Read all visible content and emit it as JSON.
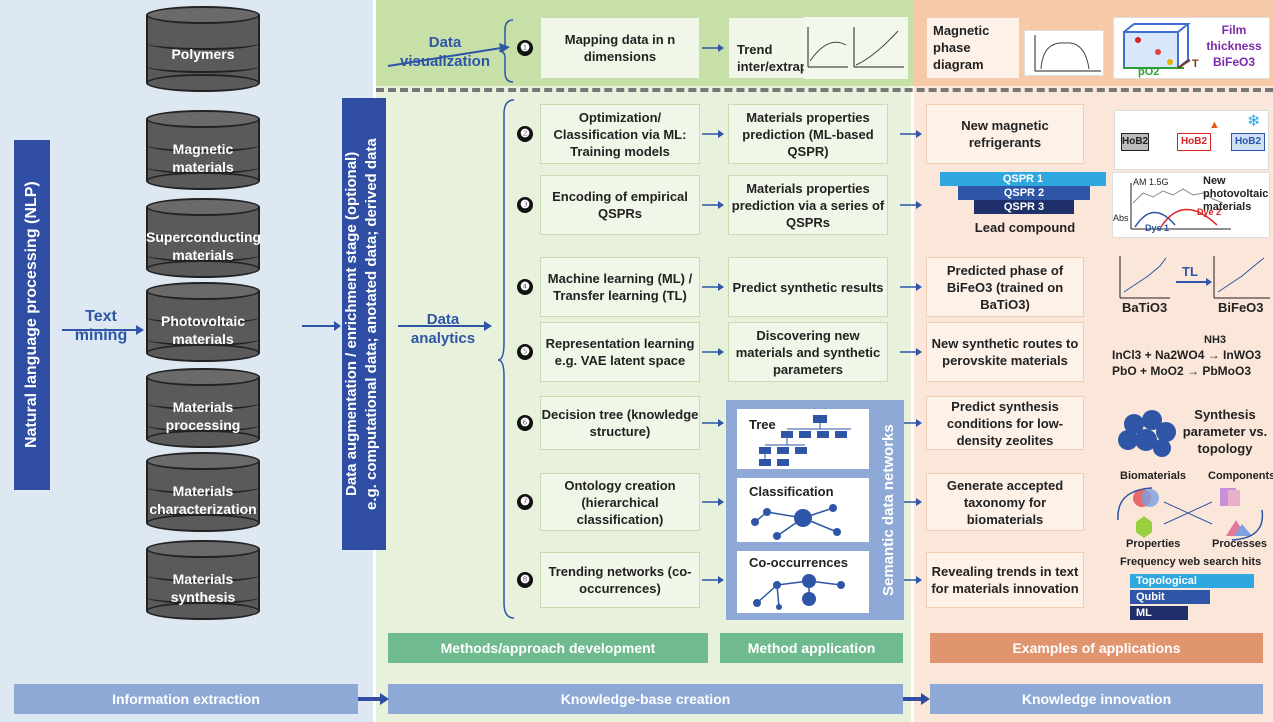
{
  "nlp_label": "Natural language processing (NLP)",
  "text_mining": "Text\nmining",
  "databases": [
    "Polymers",
    "Magnetic materials",
    "Superconducting materials",
    "Photovoltaic materials",
    "Materials processing",
    "Materials characterization",
    "Materials synthesis"
  ],
  "augmentation": {
    "line1": "Data augmentation / enrichment stage (optional)",
    "line2": "e.g. computational data; anotated data; derived data"
  },
  "data_visualization": "Data visualization",
  "data_analytics": "Data analytics",
  "semantic_label": "Semantic data networks",
  "rows": [
    {
      "num": "❶",
      "method": "Mapping data in n dimensions",
      "app": "Trend inter/extrapolation",
      "example": "Magnetic phase diagram",
      "example2": "Film thickness BiFeO3"
    },
    {
      "num": "❷",
      "method": "Optimization/ Classification via ML: Training models",
      "app": "Materials properties prediction (ML-based QSPR)",
      "example": "New magnetic refrigerants"
    },
    {
      "num": "❸",
      "method": "Encoding of empirical QSPRs",
      "app": "Materials properties prediction via a series of QSPRs",
      "example": "Lead compound",
      "example2": "New photovoltaic materials"
    },
    {
      "num": "❹",
      "method": "Machine learning (ML) / Transfer learning (TL)",
      "app": "Predict synthetic results",
      "example": "Predicted phase of BiFeO3 (trained on BaTiO3)"
    },
    {
      "num": "❺",
      "method": "Representation learning e.g. VAE latent space",
      "app": "Discovering new materials and synthetic parameters",
      "example": "New synthetic routes to perovskite materials"
    },
    {
      "num": "❻",
      "method": "Decision tree (knowledge structure)",
      "app": "Tree",
      "example": "Predict synthesis conditions for low-density zeolites",
      "example2": "Synthesis parameter vs. topology"
    },
    {
      "num": "❼",
      "method": "Ontology creation (hierarchical classification)",
      "app": "Classification",
      "example": "Generate accepted taxonomy for biomaterials"
    },
    {
      "num": "❽",
      "method": "Trending networks (co-occurrences)",
      "app": "Co-occurrences",
      "example": "Revealing trends in text for materials innovation"
    }
  ],
  "qspr": [
    "QSPR 1",
    "QSPR 2",
    "QSPR 3"
  ],
  "refrig": [
    "HoB2",
    "HoB2",
    "HoB2"
  ],
  "tl": {
    "left": "BaTiO3",
    "mid": "TL",
    "right": "BiFeO3"
  },
  "perov": {
    "r1": "InCl3 + Na2WO4 → InWO3",
    "nh3": "NH3",
    "r2": "PbO + MoO2 → PbMoO3"
  },
  "bio": [
    "Biomaterials",
    "Components",
    "Properties",
    "Processes"
  ],
  "freq": {
    "title": "Frequency web search hits",
    "bars": [
      "Topological",
      "Qubit",
      "ML"
    ]
  },
  "pv": {
    "am": "AM 1.5G",
    "abs": "Abs",
    "dye1": "Dye 1",
    "dye2": "Dye 2"
  },
  "film": {
    "po2": "pO2",
    "t": "T"
  },
  "footer_sections": [
    "Methods/approach development",
    "Method application",
    "Examples of applications"
  ],
  "footer_bottom": [
    "Information extraction",
    "Knowledge-base creation",
    "Knowledge innovation"
  ],
  "colors": {
    "blue": "#2e55a6",
    "green": "#6fbb8f",
    "orange": "#e0956f",
    "gray": "#5a5a5a"
  }
}
